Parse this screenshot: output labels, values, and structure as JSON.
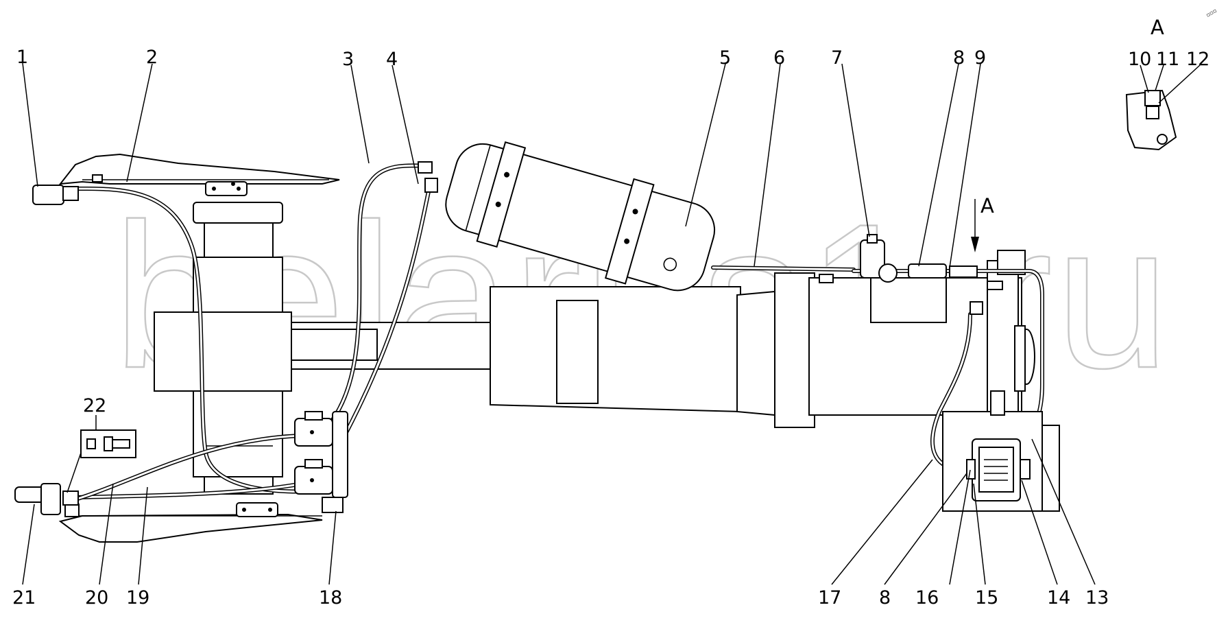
{
  "watermark": "belarus1.ru",
  "view_label": "A",
  "view_arrow_label": "A",
  "callouts": {
    "c1": "1",
    "c2": "2",
    "c3": "3",
    "c4": "4",
    "c5": "5",
    "c6": "6",
    "c7": "7",
    "c8a": "8",
    "c9": "9",
    "c10": "10",
    "c11": "11",
    "c12": "12",
    "c13": "13",
    "c14": "14",
    "c15": "15",
    "c16": "16",
    "c17": "17",
    "c8b": "8",
    "c18": "18",
    "c19": "19",
    "c20": "20",
    "c21": "21",
    "c22": "22"
  },
  "corner_mark": "▫▫▫"
}
